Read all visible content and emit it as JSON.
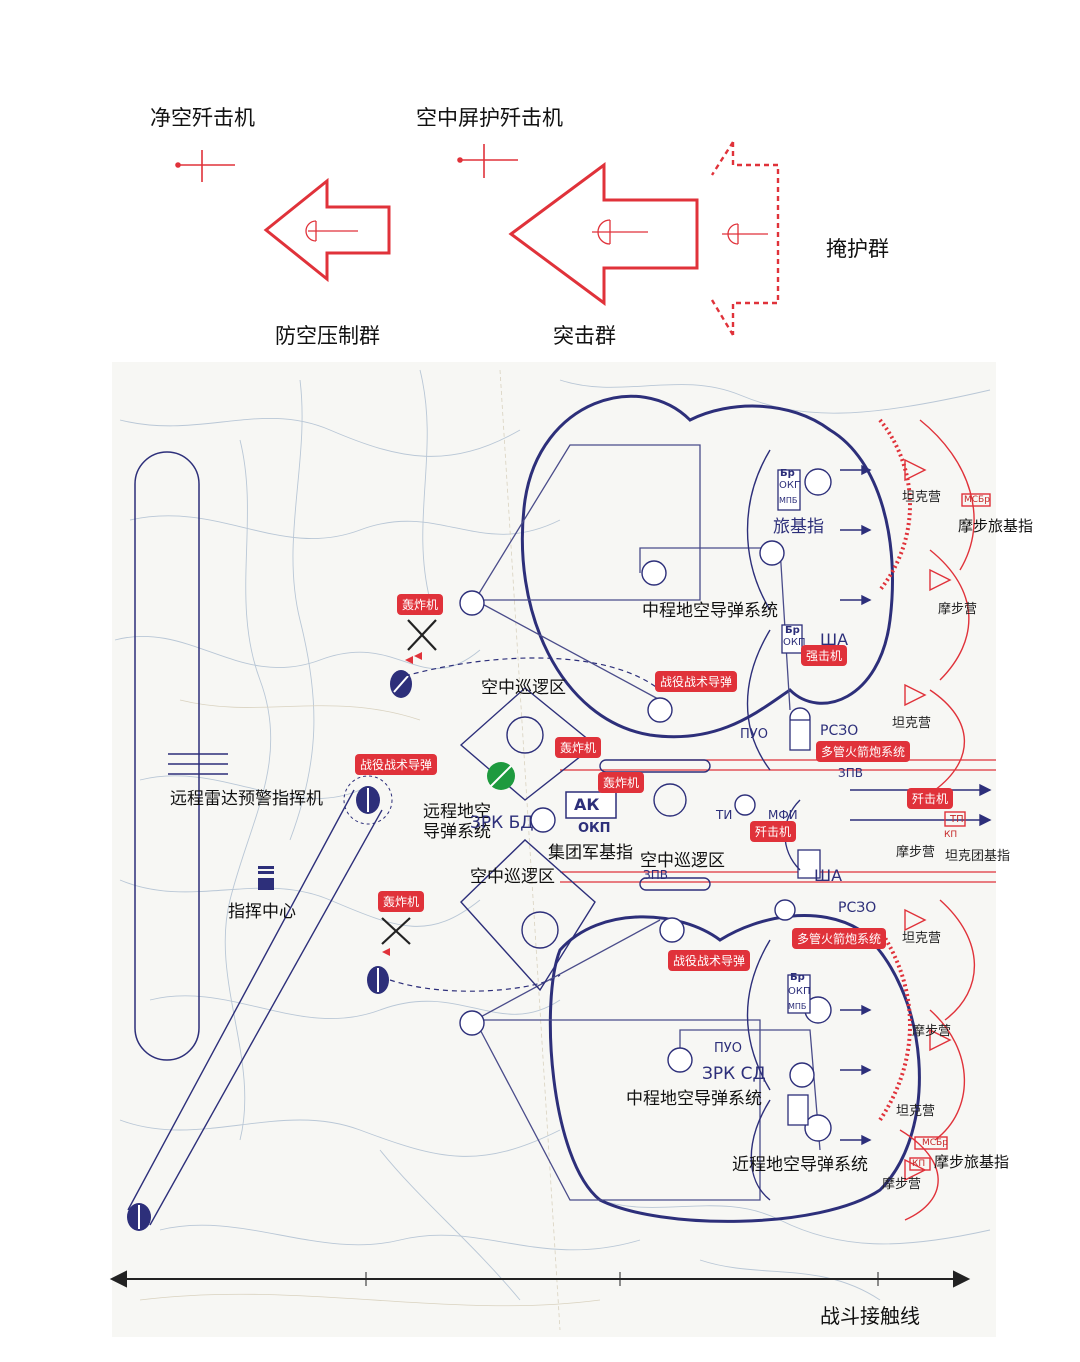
{
  "legend": {
    "clear_air_fighter": "净空歼击机",
    "air_screen_fighter": "空中屏护歼击机",
    "air_defense_suppression_group": "防空压制群",
    "strike_group": "突击群",
    "cover_group": "掩护群"
  },
  "map_labels": {
    "awacs": "远程雷达预警指挥机",
    "command_center": "指挥中心",
    "patrol_area_1": "空中巡逻区",
    "patrol_area_2": "空中巡逻区",
    "patrol_area_3": "空中巡逻区",
    "long_range_sam": "远程地空\n导弹系统",
    "army_hq": "集团军基指",
    "mid_sam_north": "中程地空导弹系统",
    "mid_sam_south": "中程地空导弹系统",
    "short_sam": "近程地空导弹系统",
    "brigade_hq": "旅基指",
    "tank_bn_1": "坦克营",
    "tank_bn_2": "坦克营",
    "tank_bn_3": "坦克营",
    "tank_bn_4": "坦克营",
    "motor_bn_1": "摩步营",
    "motor_bn_2": "摩步营",
    "motor_bn_3": "摩步营",
    "motor_bn_4": "摩步营",
    "motor_brigade_hq_1": "摩步旅基指",
    "motor_brigade_hq_2": "摩步旅基指",
    "tank_regiment_hq": "坦克团基指",
    "front_line": "战斗接触线"
  },
  "tags": {
    "bomber_1": "轰炸机",
    "bomber_2": "轰炸机",
    "bomber_3": "轰炸机",
    "bomber_4": "轰炸机",
    "tactical_missile_1": "战役战术导弹",
    "tactical_missile_2": "战役战术导弹",
    "tactical_missile_3": "战役战术导弹",
    "attack_aircraft": "强击机",
    "mlrs_1": "多管火箭炮系统",
    "mlrs_2": "多管火箭炮系统",
    "fighter_1": "歼击机",
    "fighter_2": "歼击机"
  },
  "cyrillic": {
    "zrk_bd": "ЗРК БД",
    "ak": "АК",
    "okp": "ОКП",
    "zrk_sd": "ЗРК СД",
    "puo_1": "ПУО",
    "puo_2": "ПУО",
    "rszo_1": "РСЗО",
    "rszo_2": "РСЗО",
    "zpv_1": "ЗПВ",
    "zpv_2": "ЗПВ",
    "ti_1": "ТИ",
    "mfi": "МФИ",
    "sha_1": "ША",
    "sha_2": "ША",
    "br_1": "Бр",
    "br_2": "Бр",
    "br_3": "Бр",
    "okp_1": "ОКП",
    "okp_2": "ОКП",
    "okp_3": "ОКП",
    "mpb_1": "МПБ",
    "mpb_2": "МПБ",
    "msbr_1": "МСБр",
    "msbr_2": "МСБр",
    "tp": "ТП",
    "kp_1": "КП",
    "kp_2": "КП"
  },
  "colors": {
    "friendly_blue": "#2d2f7a",
    "enemy_red": "#e0323a",
    "map_base": "#f7f7f4"
  }
}
